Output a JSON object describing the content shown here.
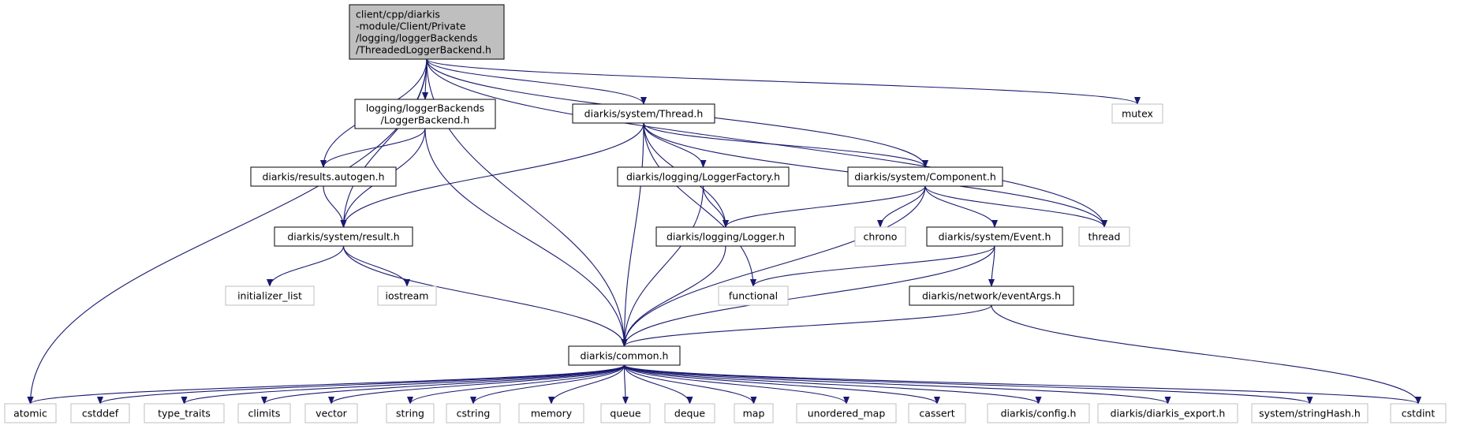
{
  "colors": {
    "edge": "#191970",
    "root_fill": "#bfbfbf",
    "root_stroke": "#000000",
    "project_stroke": "#000000",
    "external_stroke": "#bfbfbf",
    "external_text": "#404040"
  },
  "nodes": [
    {
      "id": "root",
      "kind": "root",
      "lines": [
        "client/cpp/diarkis",
        "-module/Client/Private",
        "/logging/loggerBackends",
        "/ThreadedLoggerBackend.h"
      ]
    },
    {
      "id": "mutex",
      "kind": "external",
      "lines": [
        "mutex"
      ]
    },
    {
      "id": "loggerbackend",
      "kind": "project",
      "lines": [
        "logging/loggerBackends",
        "/LoggerBackend.h"
      ]
    },
    {
      "id": "thread_h",
      "kind": "project",
      "lines": [
        "diarkis/system/Thread.h"
      ]
    },
    {
      "id": "results_autogen",
      "kind": "project",
      "lines": [
        "diarkis/results.autogen.h"
      ]
    },
    {
      "id": "loggerfactory",
      "kind": "project",
      "lines": [
        "diarkis/logging/LoggerFactory.h"
      ]
    },
    {
      "id": "component",
      "kind": "project",
      "lines": [
        "diarkis/system/Component.h"
      ]
    },
    {
      "id": "result_h",
      "kind": "project",
      "lines": [
        "diarkis/system/result.h"
      ]
    },
    {
      "id": "logger_h",
      "kind": "project",
      "lines": [
        "diarkis/logging/Logger.h"
      ]
    },
    {
      "id": "chrono",
      "kind": "external",
      "lines": [
        "chrono"
      ]
    },
    {
      "id": "event_h",
      "kind": "project",
      "lines": [
        "diarkis/system/Event.h"
      ]
    },
    {
      "id": "thread_std",
      "kind": "external",
      "lines": [
        "thread"
      ]
    },
    {
      "id": "initializer_list",
      "kind": "external",
      "lines": [
        "initializer_list"
      ]
    },
    {
      "id": "iostream",
      "kind": "external",
      "lines": [
        "iostream"
      ]
    },
    {
      "id": "functional",
      "kind": "external",
      "lines": [
        "functional"
      ]
    },
    {
      "id": "eventargs",
      "kind": "project",
      "lines": [
        "diarkis/network/eventArgs.h"
      ]
    },
    {
      "id": "common_h",
      "kind": "project",
      "lines": [
        "diarkis/common.h"
      ]
    },
    {
      "id": "atomic",
      "kind": "external",
      "lines": [
        "atomic"
      ]
    },
    {
      "id": "cstddef",
      "kind": "external",
      "lines": [
        "cstddef"
      ]
    },
    {
      "id": "type_traits",
      "kind": "external",
      "lines": [
        "type_traits"
      ]
    },
    {
      "id": "climits",
      "kind": "external",
      "lines": [
        "climits"
      ]
    },
    {
      "id": "vector",
      "kind": "external",
      "lines": [
        "vector"
      ]
    },
    {
      "id": "string",
      "kind": "external",
      "lines": [
        "string"
      ]
    },
    {
      "id": "cstring",
      "kind": "external",
      "lines": [
        "cstring"
      ]
    },
    {
      "id": "memory",
      "kind": "external",
      "lines": [
        "memory"
      ]
    },
    {
      "id": "queue",
      "kind": "external",
      "lines": [
        "queue"
      ]
    },
    {
      "id": "deque",
      "kind": "external",
      "lines": [
        "deque"
      ]
    },
    {
      "id": "map",
      "kind": "external",
      "lines": [
        "map"
      ]
    },
    {
      "id": "unordered_map",
      "kind": "external",
      "lines": [
        "unordered_map"
      ]
    },
    {
      "id": "cassert",
      "kind": "external",
      "lines": [
        "cassert"
      ]
    },
    {
      "id": "config_h",
      "kind": "external",
      "lines": [
        "diarkis/config.h"
      ]
    },
    {
      "id": "export_h",
      "kind": "external",
      "lines": [
        "diarkis/diarkis_export.h"
      ]
    },
    {
      "id": "stringhash",
      "kind": "external",
      "lines": [
        "system/stringHash.h"
      ]
    },
    {
      "id": "cstdint",
      "kind": "external",
      "lines": [
        "cstdint"
      ]
    }
  ],
  "edges": [
    [
      "root",
      "mutex"
    ],
    [
      "root",
      "loggerbackend"
    ],
    [
      "root",
      "thread_h"
    ],
    [
      "root",
      "results_autogen"
    ],
    [
      "root",
      "component"
    ],
    [
      "root",
      "result_h"
    ],
    [
      "root",
      "thread_std"
    ],
    [
      "root",
      "common_h"
    ],
    [
      "root",
      "atomic"
    ],
    [
      "loggerbackend",
      "results_autogen"
    ],
    [
      "loggerbackend",
      "result_h"
    ],
    [
      "loggerbackend",
      "common_h"
    ],
    [
      "thread_h",
      "loggerfactory"
    ],
    [
      "thread_h",
      "component"
    ],
    [
      "thread_h",
      "logger_h"
    ],
    [
      "thread_h",
      "thread_std"
    ],
    [
      "thread_h",
      "result_h"
    ],
    [
      "thread_h",
      "functional"
    ],
    [
      "thread_h",
      "common_h"
    ],
    [
      "results_autogen",
      "result_h"
    ],
    [
      "loggerfactory",
      "logger_h"
    ],
    [
      "loggerfactory",
      "common_h"
    ],
    [
      "component",
      "logger_h"
    ],
    [
      "component",
      "chrono"
    ],
    [
      "component",
      "event_h"
    ],
    [
      "component",
      "thread_std"
    ],
    [
      "component",
      "common_h"
    ],
    [
      "result_h",
      "initializer_list"
    ],
    [
      "result_h",
      "iostream"
    ],
    [
      "result_h",
      "common_h"
    ],
    [
      "logger_h",
      "common_h"
    ],
    [
      "event_h",
      "functional"
    ],
    [
      "event_h",
      "eventargs"
    ],
    [
      "event_h",
      "common_h"
    ],
    [
      "eventargs",
      "common_h"
    ],
    [
      "eventargs",
      "cstdint"
    ],
    [
      "common_h",
      "atomic"
    ],
    [
      "common_h",
      "cstddef"
    ],
    [
      "common_h",
      "type_traits"
    ],
    [
      "common_h",
      "climits"
    ],
    [
      "common_h",
      "vector"
    ],
    [
      "common_h",
      "string"
    ],
    [
      "common_h",
      "cstring"
    ],
    [
      "common_h",
      "memory"
    ],
    [
      "common_h",
      "queue"
    ],
    [
      "common_h",
      "deque"
    ],
    [
      "common_h",
      "map"
    ],
    [
      "common_h",
      "unordered_map"
    ],
    [
      "common_h",
      "cassert"
    ],
    [
      "common_h",
      "config_h"
    ],
    [
      "common_h",
      "export_h"
    ],
    [
      "common_h",
      "stringhash"
    ],
    [
      "common_h",
      "cstdint"
    ]
  ]
}
